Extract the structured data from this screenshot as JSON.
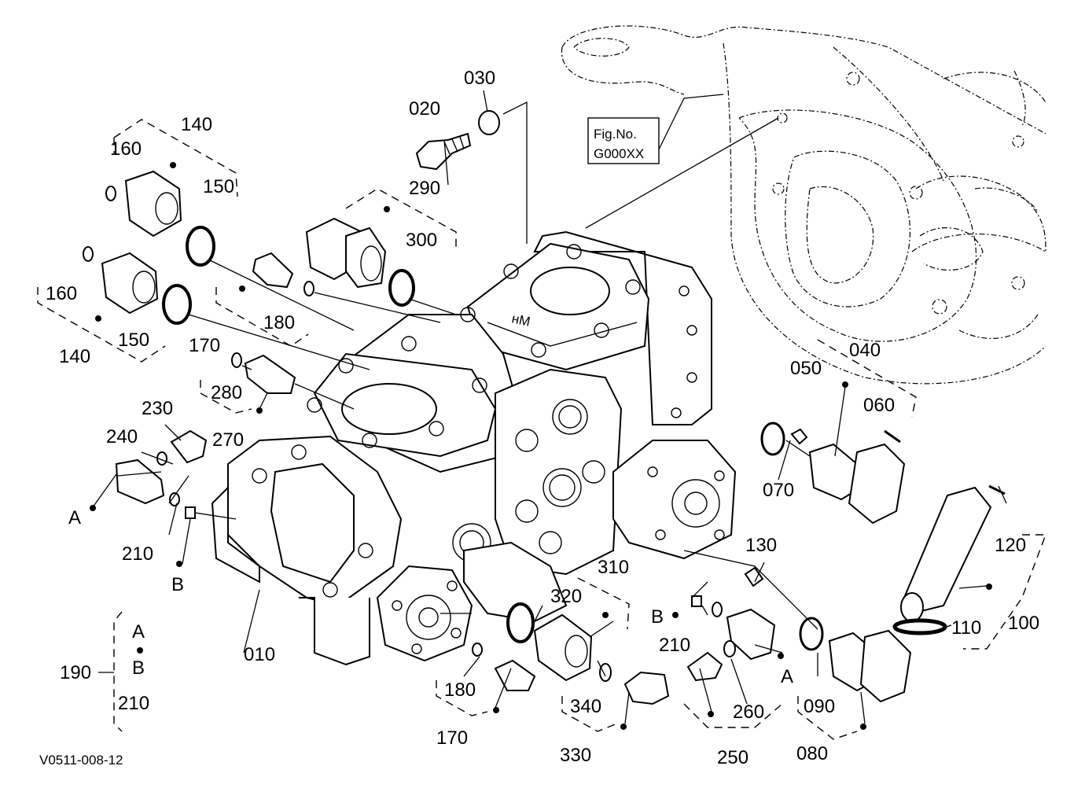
{
  "figure_ref": {
    "line1": "Fig.No.",
    "line2": "G000XX"
  },
  "drawing_code": "V0511-008-12",
  "set_190": {
    "number": "190",
    "items": [
      "A",
      "B",
      "210"
    ]
  },
  "callouts": [
    {
      "id": "c010",
      "text": "010"
    },
    {
      "id": "c020",
      "text": "020"
    },
    {
      "id": "c030",
      "text": "030"
    },
    {
      "id": "c040",
      "text": "040"
    },
    {
      "id": "c050",
      "text": "050"
    },
    {
      "id": "c060",
      "text": "060"
    },
    {
      "id": "c070",
      "text": "070"
    },
    {
      "id": "c080",
      "text": "080"
    },
    {
      "id": "c090",
      "text": "090"
    },
    {
      "id": "c100",
      "text": "100"
    },
    {
      "id": "c110",
      "text": "110"
    },
    {
      "id": "c120",
      "text": "120"
    },
    {
      "id": "c130",
      "text": "130"
    },
    {
      "id": "c140a",
      "text": "140"
    },
    {
      "id": "c140b",
      "text": "140"
    },
    {
      "id": "c150a",
      "text": "150"
    },
    {
      "id": "c150b",
      "text": "150"
    },
    {
      "id": "c160a",
      "text": "160"
    },
    {
      "id": "c160b",
      "text": "160"
    },
    {
      "id": "c170a",
      "text": "170"
    },
    {
      "id": "c170b",
      "text": "170"
    },
    {
      "id": "c180a",
      "text": "180"
    },
    {
      "id": "c180b",
      "text": "180"
    },
    {
      "id": "c210a",
      "text": "210"
    },
    {
      "id": "c210b",
      "text": "210"
    },
    {
      "id": "c230",
      "text": "230"
    },
    {
      "id": "c240",
      "text": "240"
    },
    {
      "id": "c250",
      "text": "250"
    },
    {
      "id": "c260",
      "text": "260"
    },
    {
      "id": "c270",
      "text": "270"
    },
    {
      "id": "c280",
      "text": "280"
    },
    {
      "id": "c290",
      "text": "290"
    },
    {
      "id": "c300",
      "text": "300"
    },
    {
      "id": "c310",
      "text": "310"
    },
    {
      "id": "c320",
      "text": "320"
    },
    {
      "id": "c330",
      "text": "330"
    },
    {
      "id": "c340",
      "text": "340"
    },
    {
      "id": "cA1",
      "text": "A"
    },
    {
      "id": "cA2",
      "text": "A"
    },
    {
      "id": "cB1",
      "text": "B"
    },
    {
      "id": "cB2",
      "text": "B"
    }
  ]
}
